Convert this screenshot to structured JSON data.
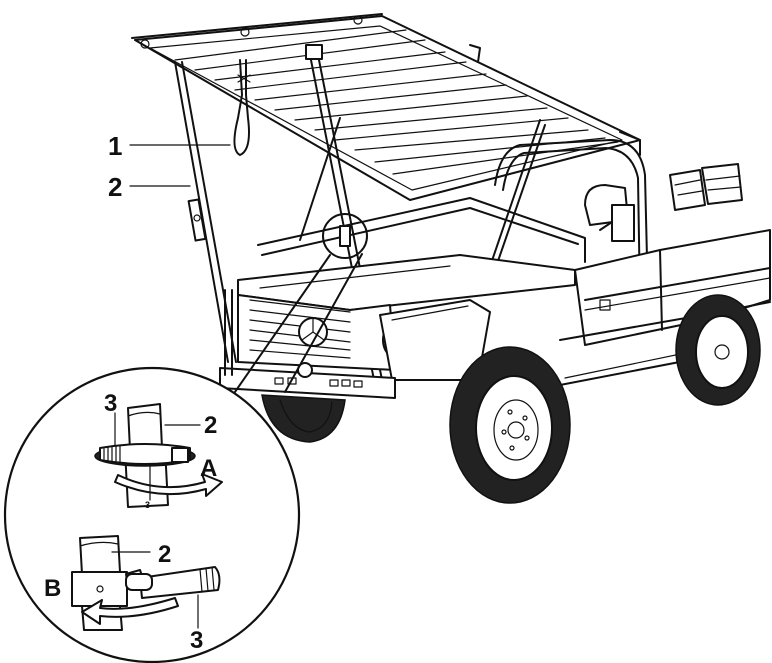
{
  "labels": {
    "strap": "1",
    "rod": "2",
    "inset_top_knob": "3",
    "inset_top_rod": "2",
    "inset_top_dir": "A",
    "inset_top_small": "3",
    "inset_bot_rod": "2",
    "inset_bot_dir": "B",
    "inset_bot_lever": "3"
  }
}
